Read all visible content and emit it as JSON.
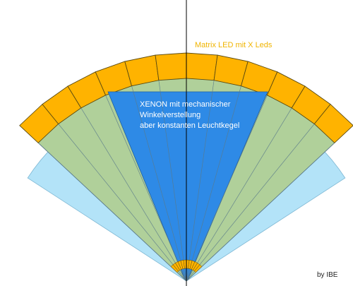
{
  "labels": {
    "matrix_led": "Matrix LED mit X Leds",
    "xenon_lines": [
      "XENON mit mechanischer",
      "Winkelverstellung",
      "aber konstanten Leuchtkegel"
    ],
    "credit": "by IBE"
  },
  "colors": {
    "wide_beam": "#b3e3f8",
    "wide_beam_edge": "#7fb8d4",
    "led_fan": "#b0d09a",
    "led_outline": "#5a7a8a",
    "led_segment": "#ffb300",
    "led_segment_edge": "#5a4a10",
    "xenon": "#2e8ae6",
    "xenon_edge": "#1e5fa3",
    "axis": "#000000",
    "matrix_text": "#f0b400"
  },
  "led_segments": 12
}
